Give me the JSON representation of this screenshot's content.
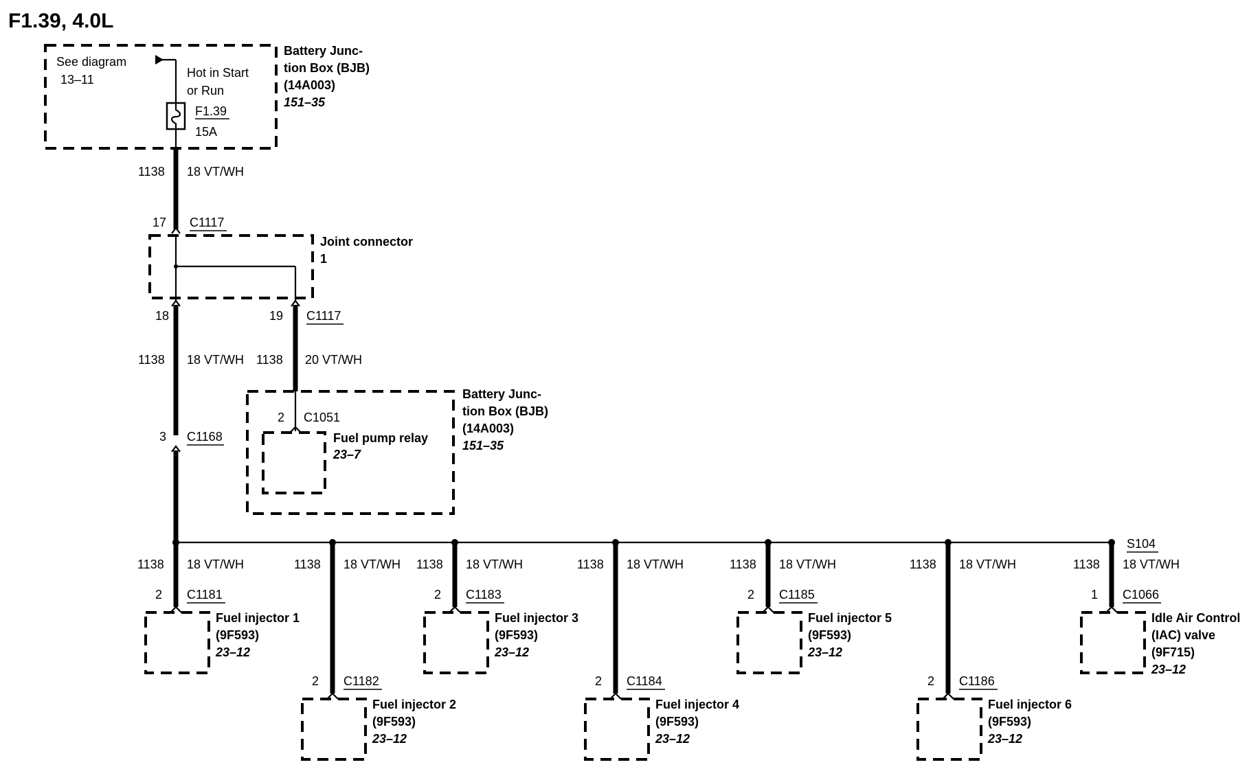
{
  "title": "F1.39, 4.0L",
  "fuse_box": {
    "see_diagram": "See diagram",
    "see_diagram_ref": "13–11",
    "hot_line1": "Hot in Start",
    "hot_line2": "or Run",
    "fuse_id": "F1.39",
    "fuse_rating": "15A",
    "name_line1": "Battery Junc-",
    "name_line2": "tion Box (BJB)",
    "part_no": "(14A003)",
    "ref": "151–35"
  },
  "wire_top": {
    "circuit": "1138",
    "gauge_color": "18 VT/WH"
  },
  "joint_connector": {
    "pin_in": "17",
    "connector": "C1117",
    "name": "Joint connector",
    "number": "1",
    "pin_left": "18",
    "pin_right": "19",
    "connector_right": "C1117"
  },
  "wire_left": {
    "circuit": "1138",
    "gauge_color": "18 VT/WH"
  },
  "wire_right": {
    "circuit": "1138",
    "gauge_color": "20 VT/WH"
  },
  "c1168": {
    "pin": "3",
    "connector": "C1168"
  },
  "relay_box": {
    "name_line1": "Battery Junc-",
    "name_line2": "tion Box (BJB)",
    "part_no": "(14A003)",
    "ref": "151–35",
    "pin": "2",
    "connector": "C1051",
    "relay_name": "Fuel pump relay",
    "relay_ref": "23–7"
  },
  "splice": "S104",
  "loads": [
    {
      "circuit": "1138",
      "wire": "18 VT/WH",
      "pin": "2",
      "connector": "C1181",
      "name": "Fuel injector 1",
      "part": "(9F593)",
      "ref": "23–12"
    },
    {
      "circuit": "1138",
      "wire": "18 VT/WH",
      "pin": "2",
      "connector": "C1182",
      "name": "Fuel injector 2",
      "part": "(9F593)",
      "ref": "23–12"
    },
    {
      "circuit": "1138",
      "wire": "18 VT/WH",
      "pin": "2",
      "connector": "C1183",
      "name": "Fuel injector 3",
      "part": "(9F593)",
      "ref": "23–12"
    },
    {
      "circuit": "1138",
      "wire": "18 VT/WH",
      "pin": "2",
      "connector": "C1184",
      "name": "Fuel injector 4",
      "part": "(9F593)",
      "ref": "23–12"
    },
    {
      "circuit": "1138",
      "wire": "18 VT/WH",
      "pin": "2",
      "connector": "C1185",
      "name": "Fuel injector 5",
      "part": "(9F593)",
      "ref": "23–12"
    },
    {
      "circuit": "1138",
      "wire": "18 VT/WH",
      "pin": "2",
      "connector": "C1186",
      "name": "Fuel injector 6",
      "part": "(9F593)",
      "ref": "23–12"
    },
    {
      "circuit": "1138",
      "wire": "18 VT/WH",
      "pin": "1",
      "connector": "C1066",
      "name": "Idle Air Control",
      "name2": "(IAC) valve",
      "part": "(9F715)",
      "ref": "23–12"
    }
  ]
}
